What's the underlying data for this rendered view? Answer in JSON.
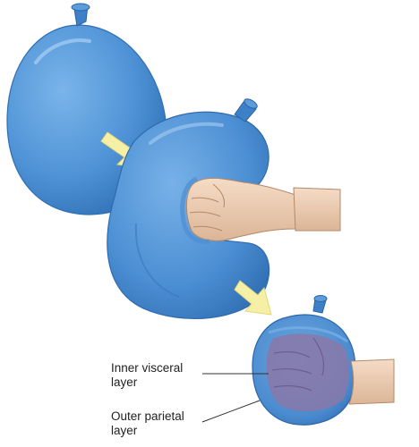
{
  "labels": {
    "inner": {
      "line1": "Inner visceral",
      "line2": "layer"
    },
    "outer": {
      "line1": "Outer parietal",
      "line2": "layer"
    }
  },
  "colors": {
    "balloon": "#4f93d6",
    "balloon_edge": "#2f6fb4",
    "arrow": "#f6efa6",
    "skin": "#efd2b8",
    "fist_inside": "#8a78a8",
    "leader": "#333333"
  }
}
